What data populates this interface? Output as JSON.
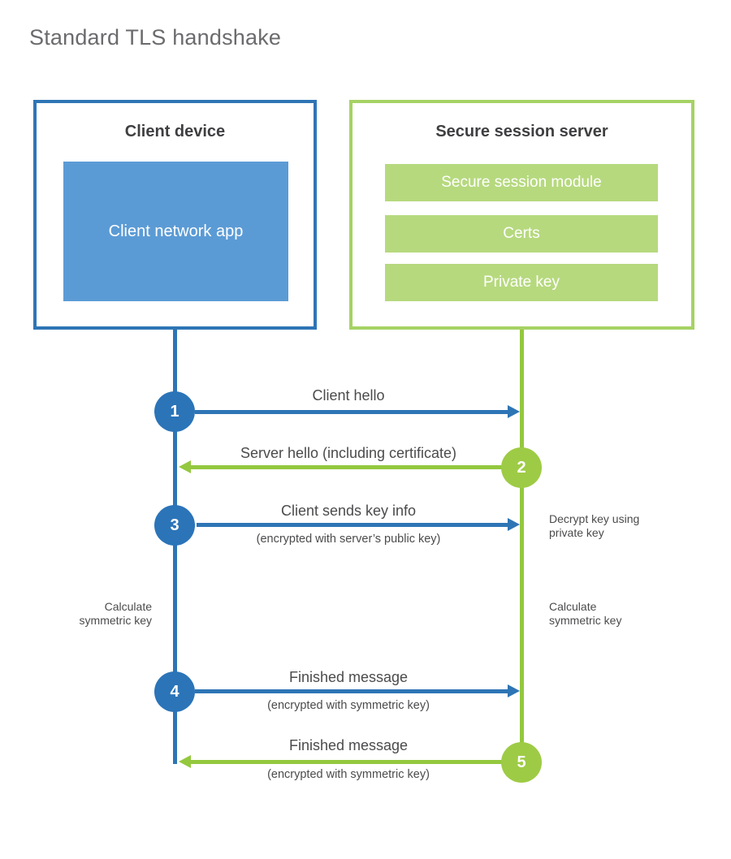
{
  "title": "Standard TLS handshake",
  "client": {
    "title": "Client device",
    "app_label": "Client network app"
  },
  "server": {
    "title": "Secure session server",
    "modules": [
      "Secure session module",
      "Certs",
      "Private key"
    ]
  },
  "steps": [
    {
      "num": "1",
      "direction": "client-to-server",
      "label": "Client hello",
      "sublabel": ""
    },
    {
      "num": "2",
      "direction": "server-to-client",
      "label": "Server hello (including certificate)",
      "sublabel": ""
    },
    {
      "num": "3",
      "direction": "client-to-server",
      "label": "Client sends key info",
      "sublabel": "(encrypted with server’s public key)"
    },
    {
      "num": "4",
      "direction": "client-to-server",
      "label": "Finished message",
      "sublabel": "(encrypted with symmetric key)"
    },
    {
      "num": "5",
      "direction": "server-to-client",
      "label": "Finished message",
      "sublabel": "(encrypted with symmetric key)"
    }
  ],
  "annotations": {
    "decrypt_note": "Decrypt key using private key",
    "calc_left": "Calculate symmetric key",
    "calc_right": "Calculate symmetric key"
  },
  "colors": {
    "blue": "#2e75b5",
    "blue_fill": "#5b9bd5",
    "green_line": "#94c83e",
    "green_border": "#a6d264",
    "green_circle": "#9ecb45",
    "green_fill": "#b6d97e",
    "heading_text": "#3f3f41",
    "label_text": "#4b4b4d",
    "title_text": "#6b6b6e"
  }
}
